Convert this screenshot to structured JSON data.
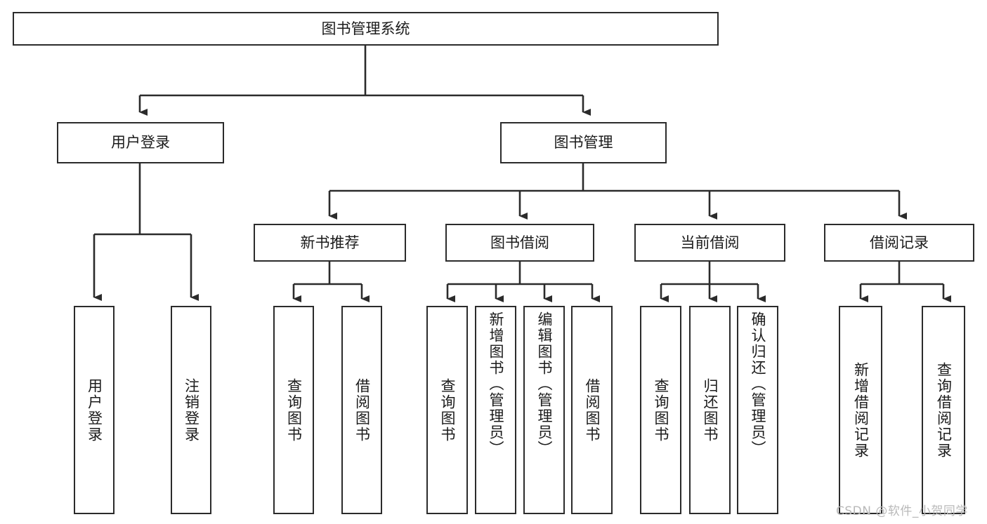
{
  "diagram": {
    "title": "图书管理系统",
    "type": "tree-hierarchy-diagram",
    "colors": {
      "line": "#2b2b2b",
      "box_border": "#2b2b2b",
      "box_fill": "#ffffff",
      "text": "#1b1b1b",
      "watermark": "#b9b9b9",
      "background": "#ffffff"
    },
    "root": {
      "label": "图书管理系统"
    },
    "level2": [
      {
        "label": "用户登录"
      },
      {
        "label": "图书管理"
      }
    ],
    "level3": [
      {
        "label": "新书推荐"
      },
      {
        "label": "图书借阅"
      },
      {
        "label": "当前借阅"
      },
      {
        "label": "借阅记录"
      }
    ],
    "leaves": {
      "user_login": [
        {
          "label": "用户登录"
        },
        {
          "label": "注销登录"
        }
      ],
      "new_book_recommend": [
        {
          "label": "查询图书"
        },
        {
          "label": "借阅图书"
        }
      ],
      "book_borrow": [
        {
          "label": "查询图书"
        },
        {
          "label": "新增图书（管理员）"
        },
        {
          "label": "编辑图书（管理员）"
        },
        {
          "label": "借阅图书"
        }
      ],
      "current_borrow": [
        {
          "label": "查询图书"
        },
        {
          "label": "归还图书"
        },
        {
          "label": "确认归还（管理员）"
        }
      ],
      "borrow_record": [
        {
          "label": "新增借阅记录"
        },
        {
          "label": "查询借阅记录"
        }
      ]
    },
    "watermark": "CSDN @软件_小贺同学"
  },
  "chart_data": {
    "type": "table",
    "title": "图书管理系统",
    "hierarchy": [
      {
        "label": "图书管理系统",
        "children": [
          {
            "label": "用户登录",
            "children": [
              {
                "label": "用户登录"
              },
              {
                "label": "注销登录"
              }
            ]
          },
          {
            "label": "图书管理",
            "children": [
              {
                "label": "新书推荐",
                "children": [
                  {
                    "label": "查询图书"
                  },
                  {
                    "label": "借阅图书"
                  }
                ]
              },
              {
                "label": "图书借阅",
                "children": [
                  {
                    "label": "查询图书"
                  },
                  {
                    "label": "新增图书（管理员）"
                  },
                  {
                    "label": "编辑图书（管理员）"
                  },
                  {
                    "label": "借阅图书"
                  }
                ]
              },
              {
                "label": "当前借阅",
                "children": [
                  {
                    "label": "查询图书"
                  },
                  {
                    "label": "归还图书"
                  },
                  {
                    "label": "确认归还（管理员）"
                  }
                ]
              },
              {
                "label": "借阅记录",
                "children": [
                  {
                    "label": "新增借阅记录"
                  },
                  {
                    "label": "查询借阅记录"
                  }
                ]
              }
            ]
          }
        ]
      }
    ]
  }
}
